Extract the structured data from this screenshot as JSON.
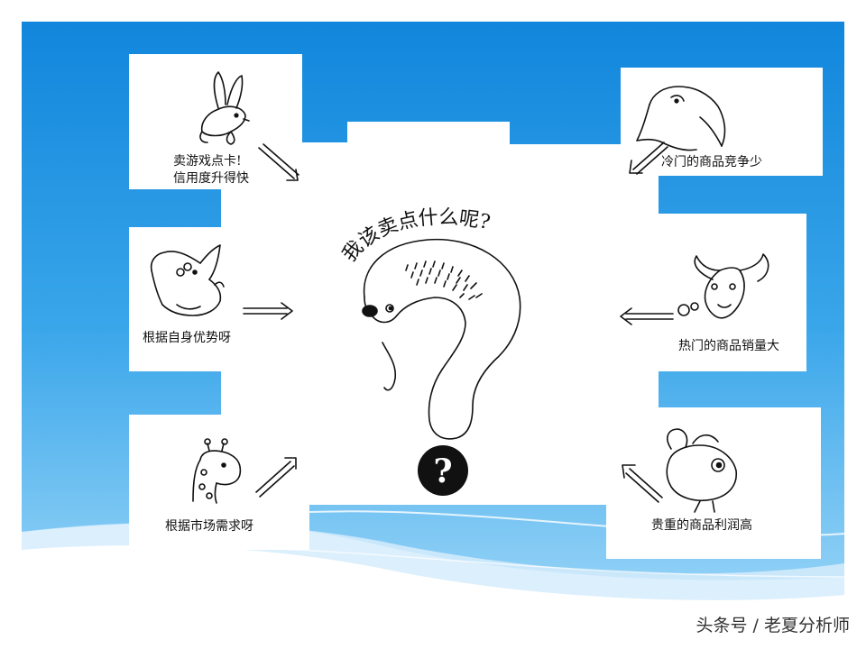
{
  "center": {
    "title": "我该卖点什么呢?",
    "question_mark": "?"
  },
  "items": {
    "game_card": {
      "line1": "卖游戏点卡!",
      "line2": "信用度升得快"
    },
    "advantage": {
      "label": "根据自身优势呀"
    },
    "market_demand": {
      "label": "根据市场需求呀"
    },
    "cold_goods": {
      "label": "冷门的商品竞争少"
    },
    "hot_goods": {
      "label": "热门的商品销量大"
    },
    "precious_goods": {
      "label": "贵重的商品利润高"
    }
  },
  "watermark": "头条号 / 老夏分析师",
  "colors": {
    "sky_top": "#1a8fe0",
    "sky_bottom": "#6cc3f5",
    "wave": "#d6ecfb"
  }
}
